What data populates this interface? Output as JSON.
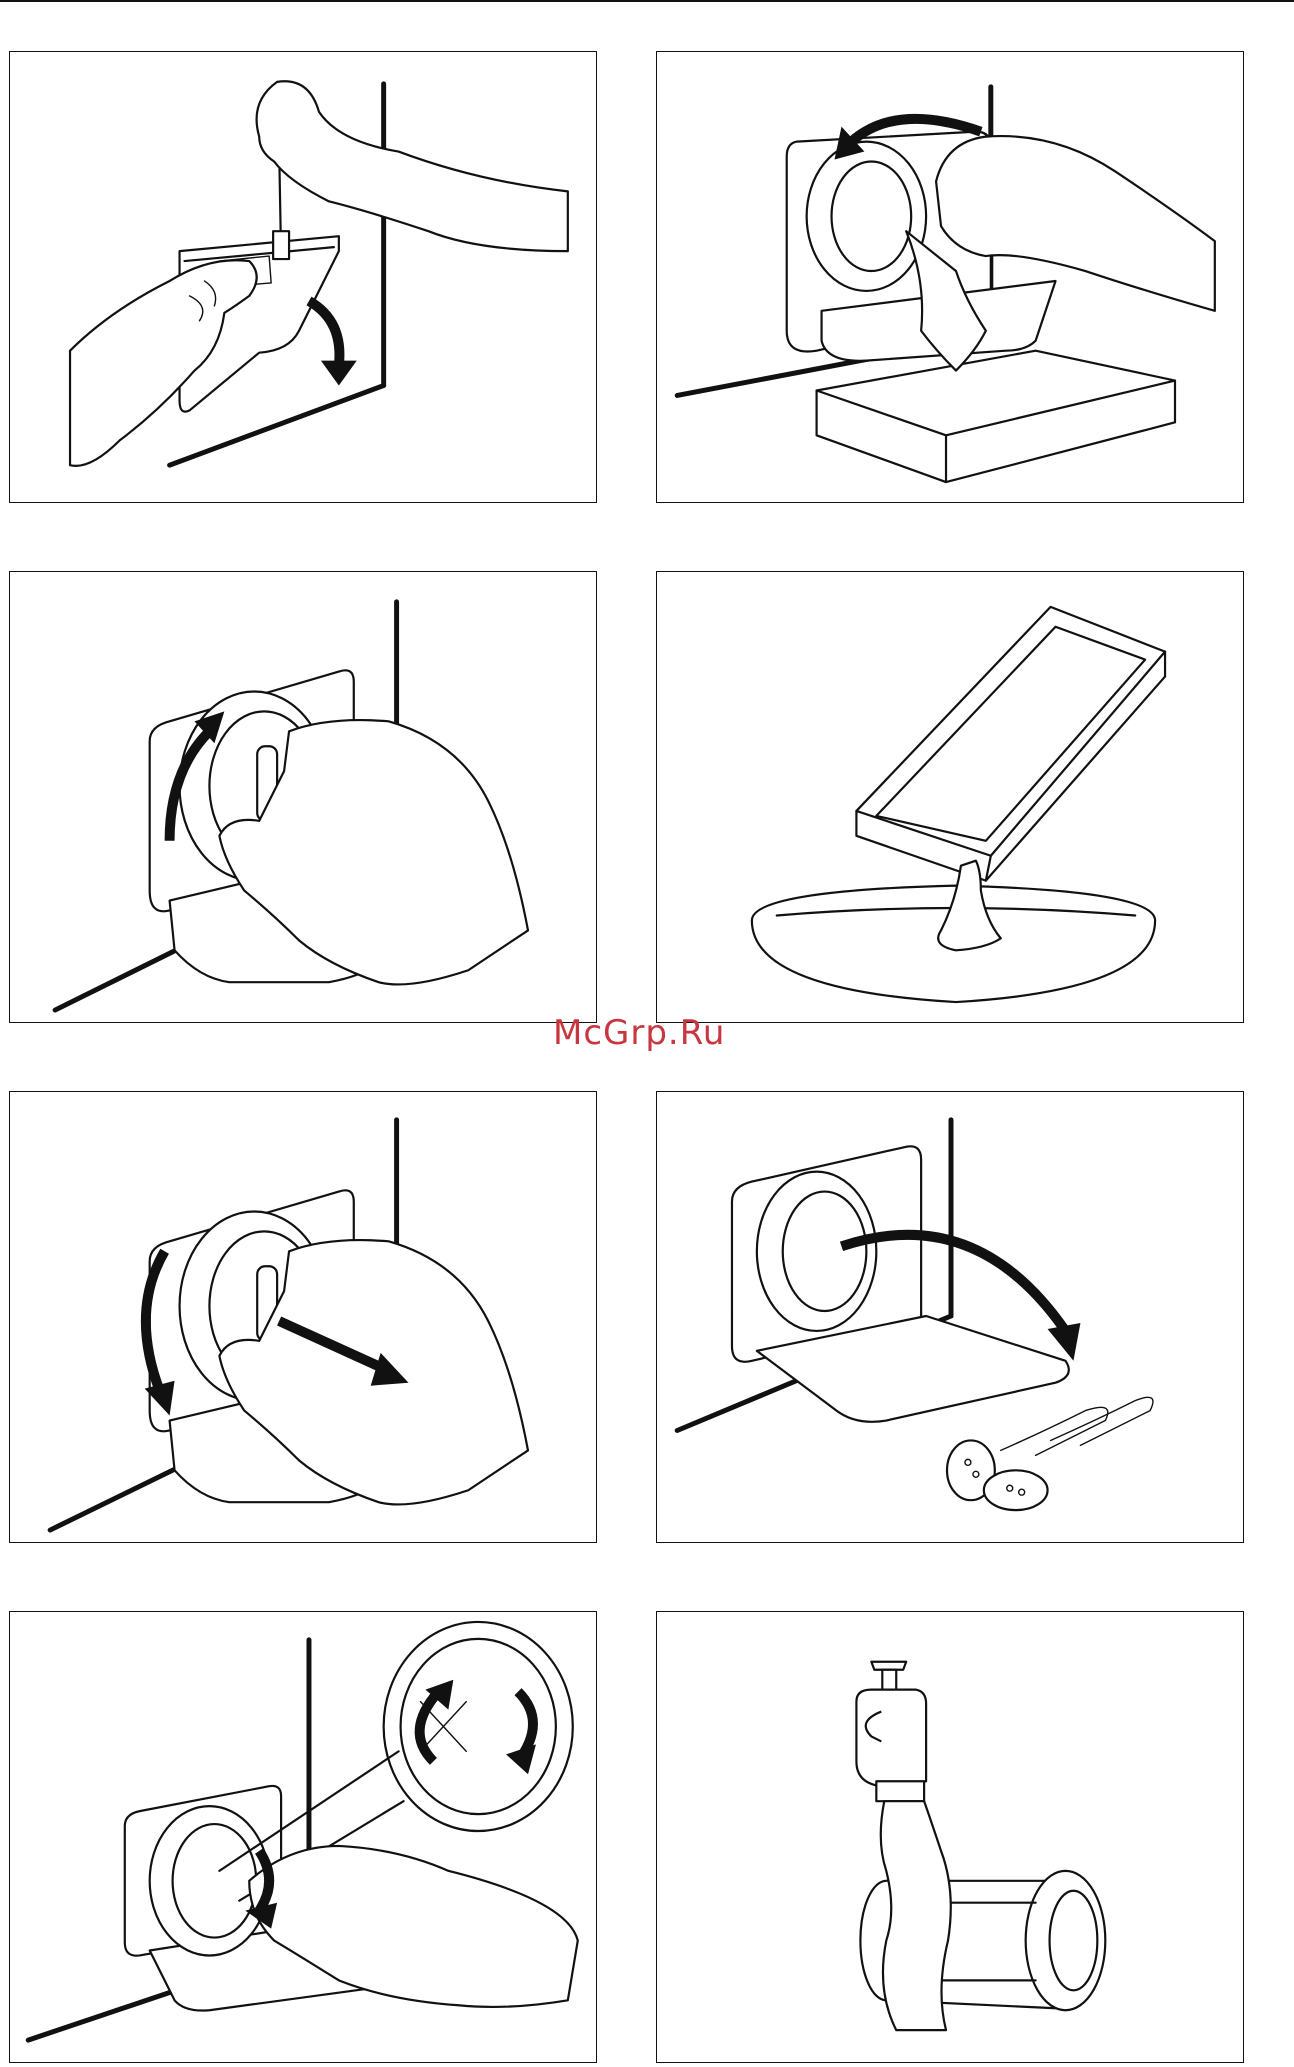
{
  "watermark": {
    "text": "McGrp.Ru",
    "color": "#c8373f"
  },
  "panels": [
    {
      "id": "step-1"
    },
    {
      "id": "step-2"
    },
    {
      "id": "step-3"
    },
    {
      "id": "step-4"
    },
    {
      "id": "step-5"
    },
    {
      "id": "step-6"
    },
    {
      "id": "step-7"
    },
    {
      "id": "step-8"
    }
  ]
}
